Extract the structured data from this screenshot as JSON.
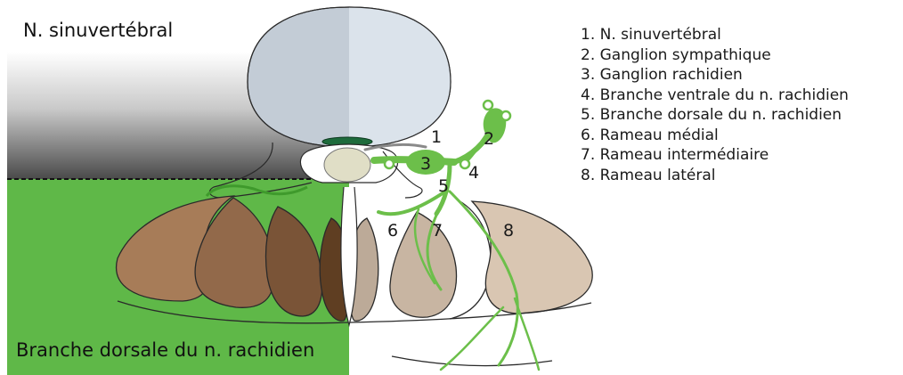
{
  "regions": {
    "top": "N. sinuvertébral",
    "bottom": "Branche dorsale du n. rachidien"
  },
  "legend": [
    "1. N. sinuvertébral",
    "2. Ganglion sympathique",
    "3. Ganglion rachidien",
    "4. Branche ventrale du n. rachidien",
    "5. Branche dorsale du n. rachidien",
    "6. Rameau médial",
    "7. Rameau intermédiaire",
    "8. Rameau latéral"
  ],
  "markers": [
    "1",
    "2",
    "3",
    "4",
    "5",
    "6",
    "7",
    "8"
  ],
  "colors": {
    "nerve": "#6cbf4a",
    "region_green": "#5fb848",
    "vertebral_body": "#d0d9e2",
    "muscle_dark": [
      "#a77c58",
      "#92694a",
      "#7a5437",
      "#5f3e22"
    ],
    "muscle_light": [
      "#bcaa98",
      "#c8b5a2",
      "#d9c6b2"
    ]
  }
}
